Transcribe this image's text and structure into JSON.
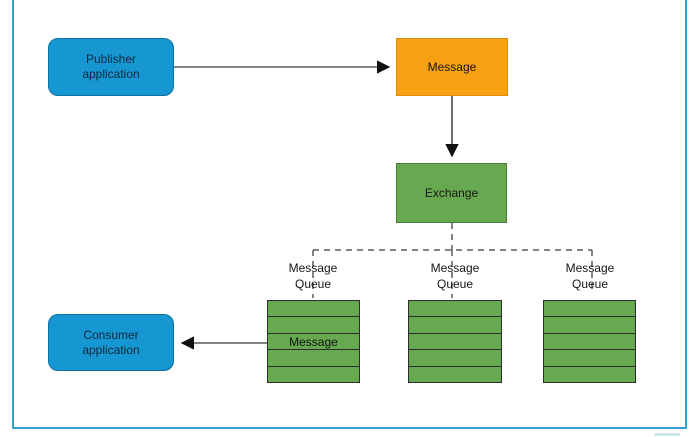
{
  "nodes": {
    "publisher": {
      "label": "Publisher application"
    },
    "message": {
      "label": "Message"
    },
    "exchange": {
      "label": "Exchange"
    },
    "consumer": {
      "label": "Consumer application"
    }
  },
  "queues": [
    {
      "label": "Message Queue",
      "rows": [
        "",
        "",
        "Message",
        "",
        ""
      ]
    },
    {
      "label": "Message Queue",
      "rows": [
        "",
        "",
        "",
        "",
        ""
      ]
    },
    {
      "label": "Message Queue",
      "rows": [
        "",
        "",
        "",
        "",
        ""
      ]
    }
  ],
  "colors": {
    "frame_blue": "#35a2c9",
    "node_blue": "#1697d2",
    "node_orange": "#f7a011",
    "node_green": "#67a950",
    "connector": "#4a4a4a",
    "arrowhead": "#111111"
  }
}
